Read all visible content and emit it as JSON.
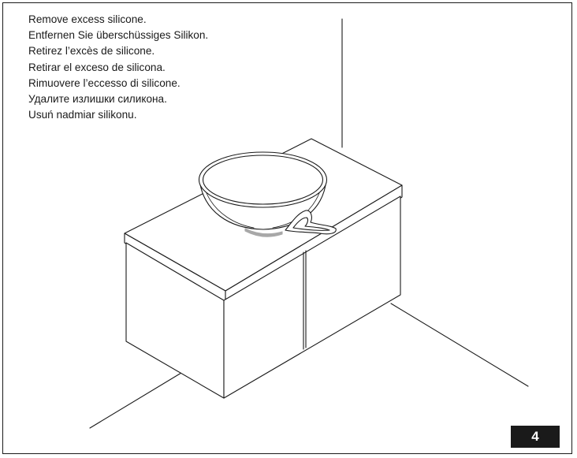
{
  "instructions": [
    "Remove excess silicone.",
    "Entfernen Sie überschüssiges Silikon.",
    "Retirez l’excès de silicone.",
    "Retirar el exceso de silicona.",
    "Rimuovere l’eccesso di silicone.",
    "Удалите излишки силикона.",
    "Usuń nadmiar silikonu."
  ],
  "step": {
    "number": "4"
  },
  "colors": {
    "line": "#1a1a1a",
    "background": "#ffffff",
    "silicone_bead": "#a8a8a8",
    "badge_background": "#1a1a1a",
    "badge_text": "#ffffff"
  },
  "illustration": {
    "objects": [
      "vanity-cabinet",
      "vessel-basin",
      "silicone-bead",
      "scraper-tool",
      "wall-corner"
    ]
  }
}
